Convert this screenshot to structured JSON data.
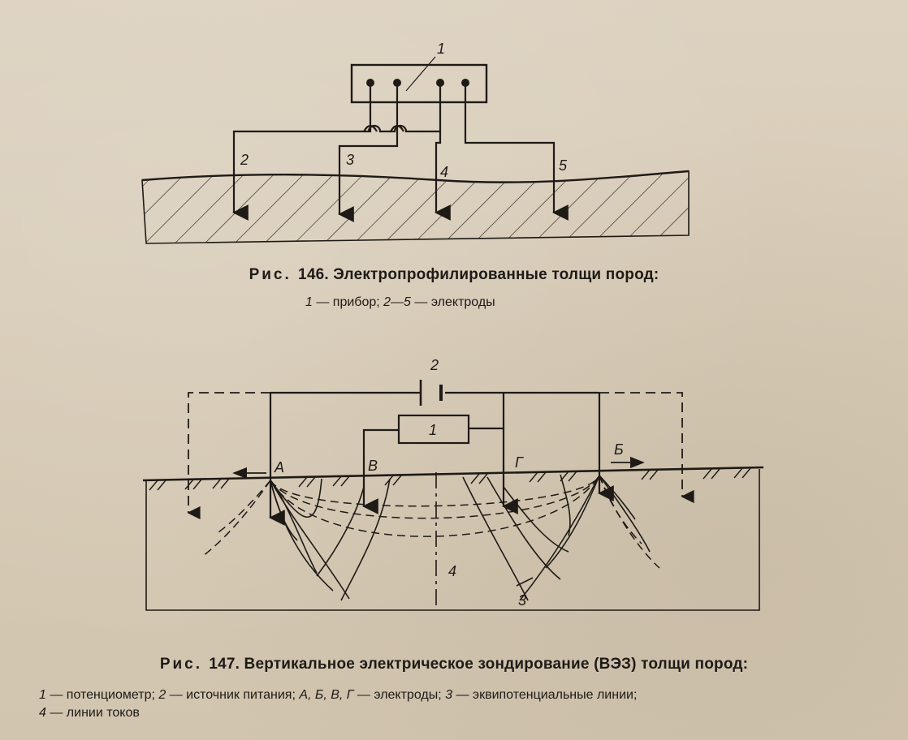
{
  "figure_146": {
    "caption_prefix": "Рис. ",
    "caption_number": "146.",
    "caption_text": " Электропрофилированные толщи пород:",
    "legend": [
      {
        "num": "1",
        "text": " — прибор; "
      },
      {
        "num": "2—5",
        "text": " — электроды"
      }
    ],
    "labels": [
      "1",
      "2",
      "3",
      "4",
      "5"
    ]
  },
  "figure_147": {
    "caption_prefix": "Рис. ",
    "caption_number": "147.",
    "caption_text": " Вертикальное электрическое зондирование (ВЭЗ) толщи пород:",
    "legend_line1": [
      {
        "num": "1",
        "text": " — потенциометр; "
      },
      {
        "num": "2",
        "text": " — источник питания; "
      },
      {
        "num": "А, Б, В, Г",
        "text": " — электроды; "
      },
      {
        "num": "3",
        "text": " — эквипотенциальные линии;"
      }
    ],
    "legend_line2": [
      {
        "num": "4",
        "text": " — линии токов"
      }
    ],
    "labels": {
      "potentiometer": "1",
      "battery": "2",
      "equipotential": "3",
      "current_lines": "4",
      "electrode_a": "А",
      "electrode_b": "Б",
      "electrode_v": "В",
      "electrode_g": "Г"
    }
  }
}
